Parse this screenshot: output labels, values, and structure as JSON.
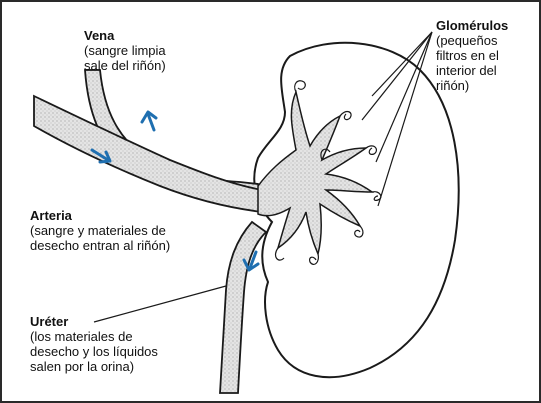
{
  "labels": {
    "vena": {
      "title": "Vena",
      "desc": [
        "(sangre limpia",
        "sale del riñón)"
      ]
    },
    "glomerulos": {
      "title": "Glomérulos",
      "desc": [
        "(pequeños",
        "filtros en el",
        "interior del",
        "riñón)"
      ]
    },
    "arteria": {
      "title": "Arteria",
      "desc": [
        "(sangre y materiales de",
        "desecho entran al riñón)"
      ]
    },
    "ureter": {
      "title": "Uréter",
      "desc": [
        "(los materiales de",
        "desecho y los líquidos",
        "salen por la orina)"
      ]
    }
  },
  "colors": {
    "arrow": "#1f6fb0",
    "vessel_fill": "#d9d9d9",
    "outline": "#1a1a1a"
  }
}
